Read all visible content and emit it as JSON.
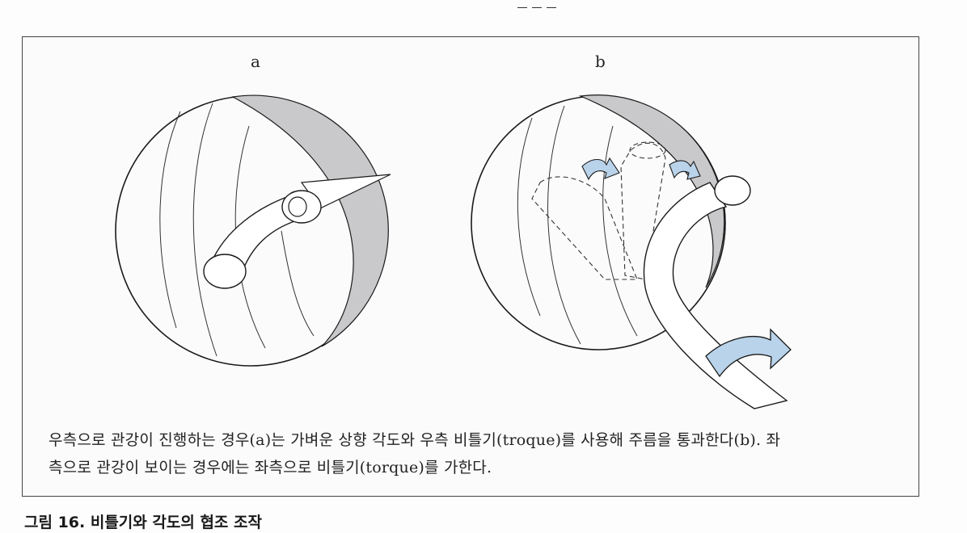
{
  "figure": {
    "panel_a_label": "a",
    "panel_b_label": "b",
    "caption_line1": "우측으로 관강이 진행하는 경우(a)는 가벼운 상향 각도와 우측 비틀기(troque)를 사용해 주름을 통과한다(b). 좌",
    "caption_line2": "측으로 관강이 보이는 경우에는 좌측으로 비틀기(torque)를 가한다."
  },
  "figure_title": "그림 16. 비틀기와 각도의 협조 조작",
  "colors": {
    "shade": "#c9c9cc",
    "arrow_fill": "#b9d3ea",
    "line": "#1a1a1a"
  }
}
